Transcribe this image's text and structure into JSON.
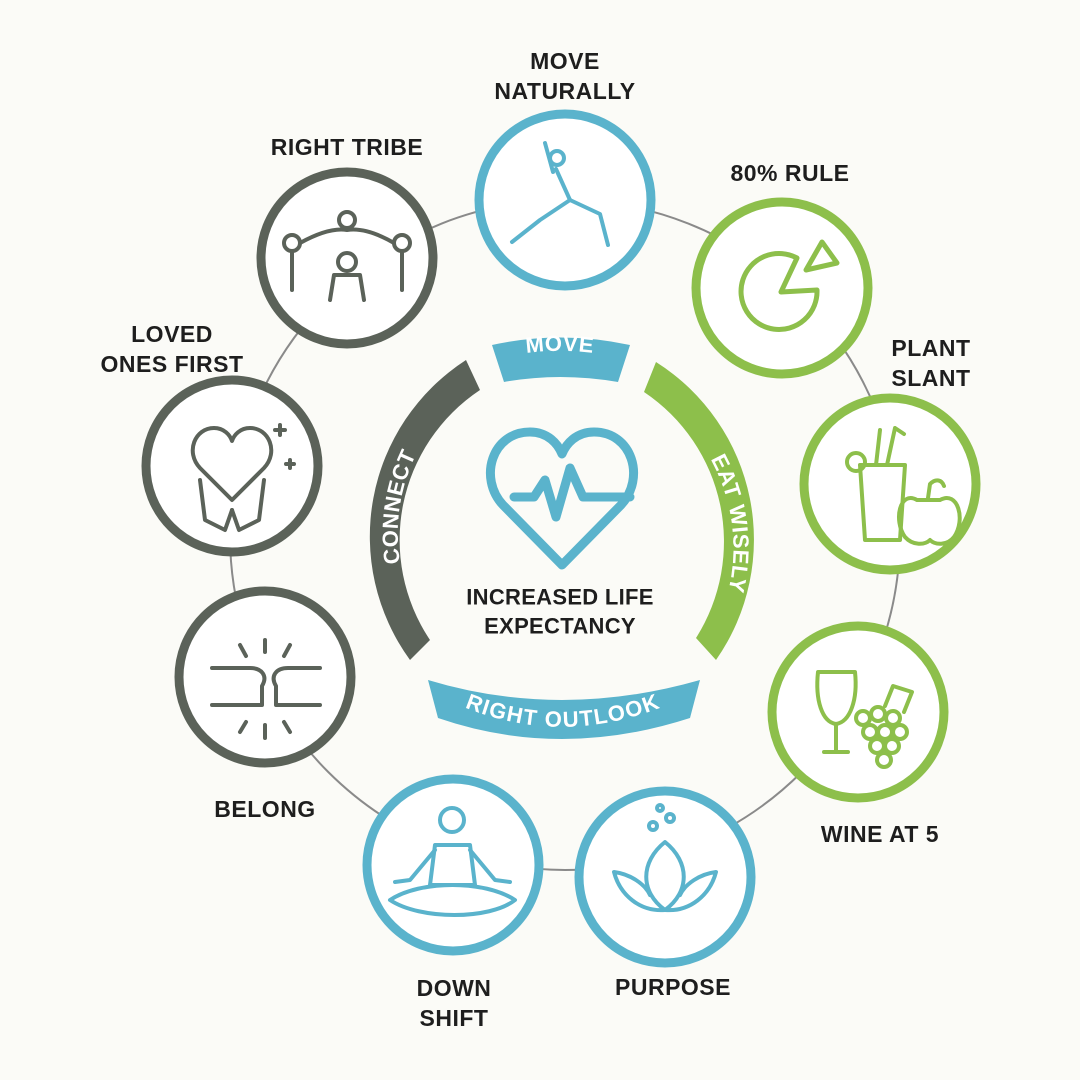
{
  "center": {
    "label": "INCREASED LIFE\nEXPECTANCY"
  },
  "categories": {
    "move": "MOVE",
    "eat_wisely": "EAT WISELY",
    "right_outlook": "RIGHT OUTLOOK",
    "connect": "CONNECT"
  },
  "nodes": {
    "move_naturally": "MOVE\nNATURALLY",
    "eighty_rule": "80% RULE",
    "plant_slant": "PLANT\nSLANT",
    "wine_at_5": "WINE AT 5",
    "purpose": "PURPOSE",
    "down_shift": "DOWN\nSHIFT",
    "belong": "BELONG",
    "loved_ones_first": "LOVED\nONES FIRST",
    "right_tribe": "RIGHT TRIBE"
  },
  "colors": {
    "blue": "#5ab3cc",
    "green": "#8dbf4b",
    "gray": "#5b6259",
    "line": "#8a8a8a"
  },
  "icons": {
    "move_naturally": "yoga-lunge-icon",
    "eighty_rule": "pie-slice-icon",
    "plant_slant": "juice-apple-icon",
    "wine_at_5": "wine-grapes-icon",
    "purpose": "lotus-icon",
    "down_shift": "meditation-icon",
    "belong": "fist-bump-icon",
    "loved_ones_first": "heart-hands-icon",
    "right_tribe": "people-circle-icon"
  }
}
